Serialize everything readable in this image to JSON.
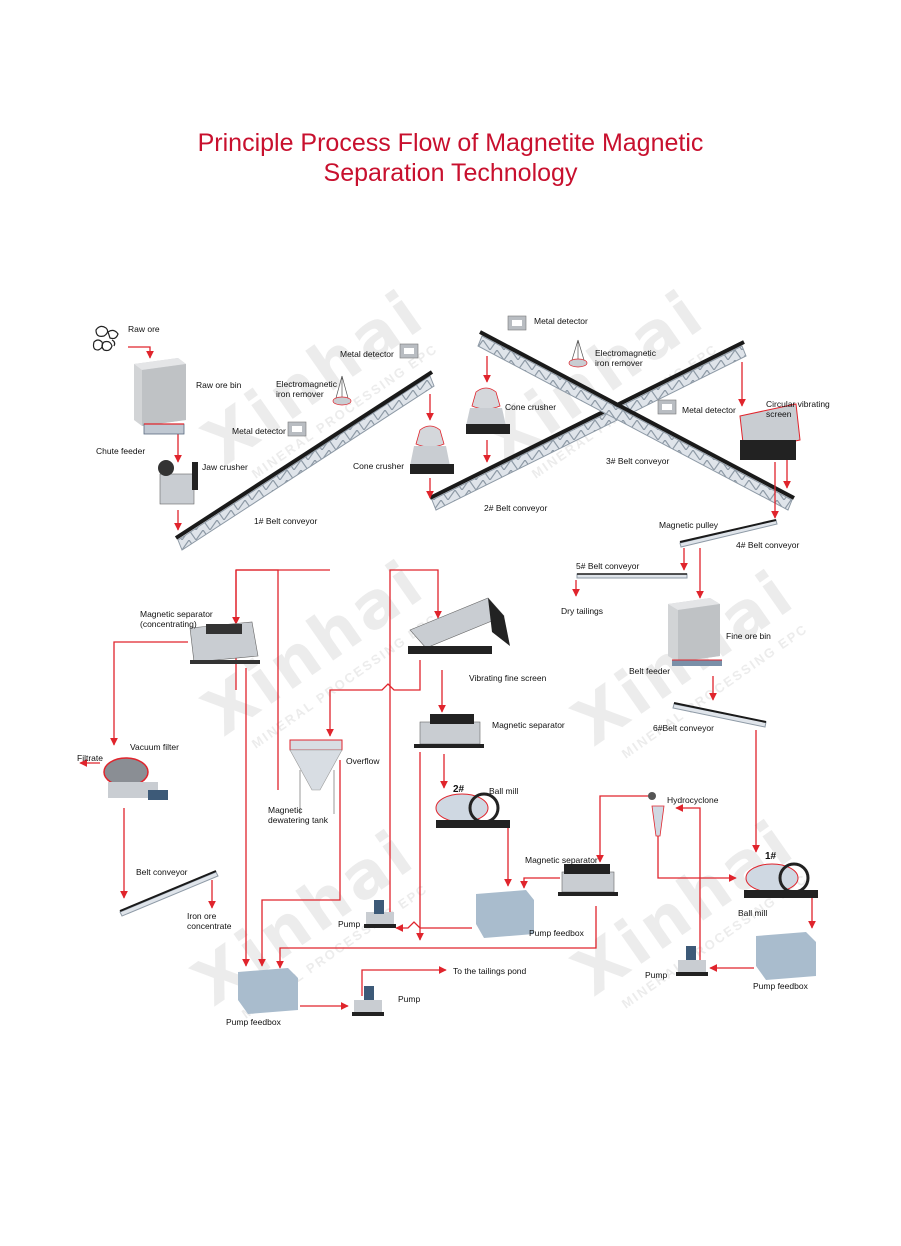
{
  "title": {
    "line1": "Principle Process Flow of Magnetite Magnetic",
    "line2": "Separation Technology"
  },
  "colors": {
    "title": "#c8102e",
    "flow_line": "#e0242c",
    "equipment_gray": "#c9cdd2",
    "box_blue": "#a9bccd",
    "conveyor_dark": "#1a1a1a"
  },
  "watermark": {
    "brand": "Xinhai",
    "tagline": "MINERAL PROCESSING EPC"
  },
  "labels": {
    "raw_ore": "Raw ore",
    "raw_ore_bin": "Raw ore bin",
    "chute_feeder": "Chute feeder",
    "jaw_crusher": "Jaw crusher",
    "metal_detector_1": "Metal detector",
    "electromagnetic_1": [
      "Electromagnetic",
      "iron remover"
    ],
    "metal_detector_2": "Metal detector",
    "cone_crusher_1": "Cone crusher",
    "belt_conveyor_1": "1# Belt conveyor",
    "metal_detector_3": "Metal detector",
    "electromagnetic_2": [
      "Electromagnetic",
      "iron remover"
    ],
    "cone_crusher_2": "Cone crusher",
    "metal_detector_4": "Metal detector",
    "circular_vibrating_screen": [
      "Circular vibrating",
      "screen"
    ],
    "belt_conveyor_3": "3# Belt conveyor",
    "belt_conveyor_2": "2# Belt conveyor",
    "magnetic_pulley": "Magnetic pulley",
    "belt_conveyor_4": "4# Belt conveyor",
    "belt_conveyor_5": "5# Belt conveyor",
    "dry_tailings": "Dry tailings",
    "fine_ore_bin": "Fine ore bin",
    "belt_feeder": "Belt feeder",
    "belt_conveyor_6": "6#Belt conveyor",
    "magnetic_separator_concentrating": [
      "Magnetic separator",
      "(concentrating)"
    ],
    "vibrating_fine_screen": "Vibrating fine screen",
    "magnetic_separator_2": "Magnetic separator",
    "overflow": "Overflow",
    "magnetic_dewatering_tank": [
      "Magnetic",
      "dewatering tank"
    ],
    "vacuum_filter": "Vacuum filter",
    "filtrate": "Filtrate",
    "ball_mill_2_num": "2#",
    "ball_mill_2": "Ball mill",
    "hydrocyclone": "Hydrocyclone",
    "magnetic_separator_3": "Magnetic separator",
    "ball_mill_1_num": "1#",
    "ball_mill_1": "Ball mill",
    "belt_conveyor_final": "Belt conveyor",
    "iron_ore_concentrate": [
      "Iron ore",
      "concentrate"
    ],
    "pump_1": "Pump",
    "pump_feedbox_mid": "Pump feedbox",
    "pump_feedbox_left": "Pump feedbox",
    "pump_2": "Pump",
    "to_tailings_pond": "To the tailings pond",
    "pump_3": "Pump",
    "pump_feedbox_right": "Pump feedbox"
  }
}
